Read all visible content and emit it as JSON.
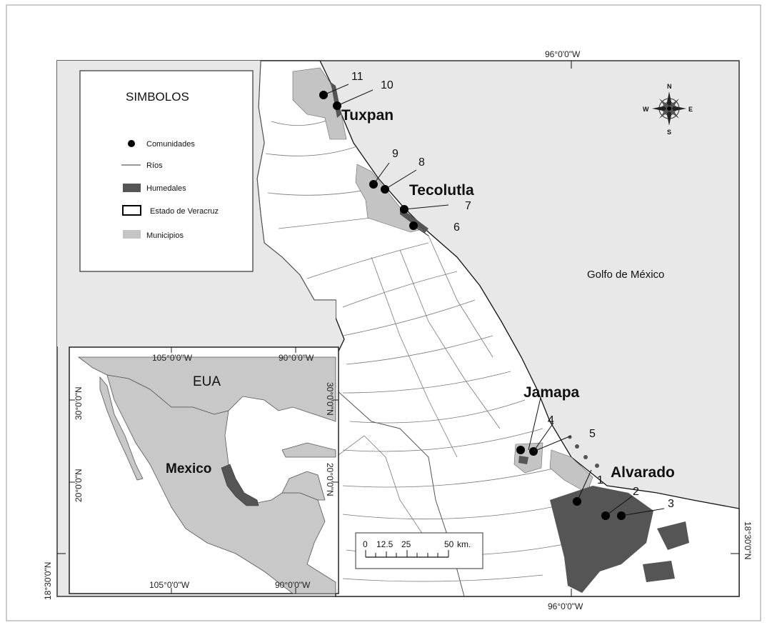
{
  "map": {
    "top_coord_label": "96°0'0\"W",
    "bottom_coord_label": "96°0'0\"W",
    "left_coord_label": "18°30'0\"N",
    "right_coord_label": "18°30'0\"N",
    "sea_label": "Golfo de México",
    "towns": [
      "Tuxpan",
      "Tecolutla",
      "Jamapa",
      "Alvarado"
    ],
    "site_numbers": [
      "1",
      "2",
      "3",
      "4",
      "5",
      "6",
      "7",
      "8",
      "9",
      "10",
      "11"
    ],
    "compass": {
      "n": "N",
      "s": "S",
      "e": "E",
      "w": "W"
    },
    "colors": {
      "sea": "#e8e8e8",
      "land": "#ffffff",
      "municipios": "#c4c4c4",
      "humedales": "#555555"
    }
  },
  "legend": {
    "title": "SIMBOLOS",
    "items": [
      "Comunidades",
      "Ríos",
      "Humedales",
      "Estado de Veracruz",
      "Municipios"
    ]
  },
  "inset": {
    "top_lon_labels": [
      "105°0'0\"W",
      "90°0'0\"W"
    ],
    "bottom_lon_labels": [
      "105°0'0\"W",
      "90°0'0\"W"
    ],
    "left_lat_labels": [
      "30°0'0\"N",
      "20°0'0\"N"
    ],
    "right_lat_labels": [
      "30°0'0\"N",
      "20°0'0\"N"
    ],
    "label_usa": "EUA",
    "label_mexico": "Mexico"
  },
  "scalebar": {
    "ticks": [
      "0",
      "12.5",
      "25",
      "50"
    ],
    "unit": "km."
  }
}
